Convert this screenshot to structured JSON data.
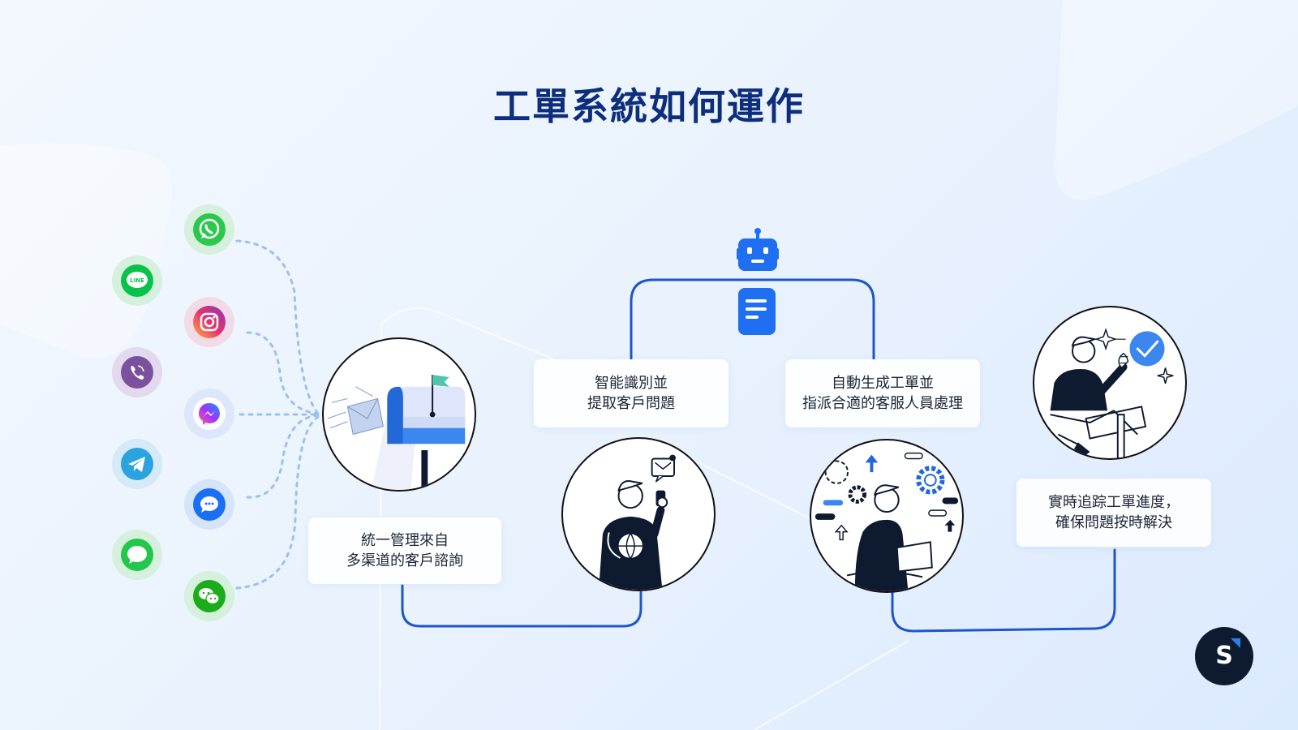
{
  "title": "工單系統如何運作",
  "steps": [
    {
      "line1": "統一管理來自",
      "line2": "多渠道的客戶諮詢"
    },
    {
      "line1": "智能識別並",
      "line2": "提取客戶問題"
    },
    {
      "line1": "自動生成工單並",
      "line2": "指派合適的客服人員處理"
    },
    {
      "line1": "實時追踪工單進度，",
      "line2": "確保問題按時解決"
    }
  ],
  "channels": [
    "whatsapp",
    "line",
    "instagram",
    "viber",
    "messenger",
    "telegram",
    "chat-bubble",
    "imessage",
    "wechat"
  ],
  "line_icon_text": "LINE",
  "logo_letter": "S",
  "colors": {
    "title": "#0d2e7c",
    "flow_line": "#1e56c8",
    "accent": "#1f6ff2",
    "dots": "#9cc1ef"
  }
}
